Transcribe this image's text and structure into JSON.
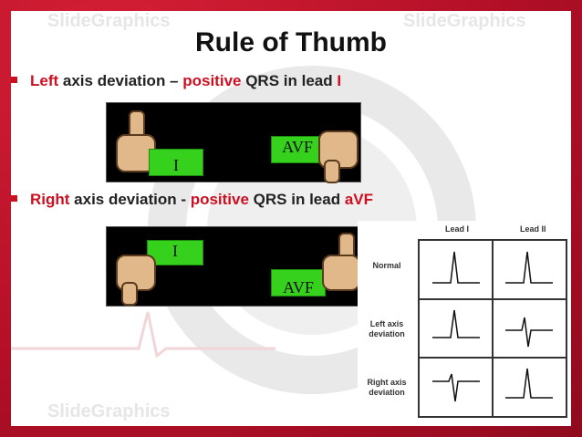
{
  "slide": {
    "title": "Rule of Thumb",
    "watermark": "SlideGraphics"
  },
  "bullets": [
    {
      "part1": "Left",
      "part2": " axis deviation – ",
      "part3": "positive",
      "part4": " QRS in lead ",
      "part5": "I"
    },
    {
      "part1": "Right",
      "part2": " axis deviation - ",
      "part3": "positive",
      "part4": " QRS in lead ",
      "part5": "aVF"
    }
  ],
  "panels": [
    {
      "left_label": "I",
      "right_label": "AVF",
      "left_thumb": "up",
      "right_thumb": "down"
    },
    {
      "left_label": "I",
      "right_label": "AVF",
      "left_thumb": "down",
      "right_thumb": "up"
    }
  ],
  "ecg_table": {
    "col_headers": [
      "Lead I",
      "Lead II"
    ],
    "rows": [
      {
        "label": "Normal",
        "lead_i": "positive",
        "lead_ii": "positive"
      },
      {
        "label": "Left axis deviation",
        "lead_i": "positive",
        "lead_ii": "biphasic"
      },
      {
        "label": "Right axis deviation",
        "lead_i": "negative",
        "lead_ii": "positive"
      }
    ]
  },
  "colors": {
    "accent": "#cc1021",
    "arm": "#36d11d",
    "frame": "#b8112a"
  }
}
